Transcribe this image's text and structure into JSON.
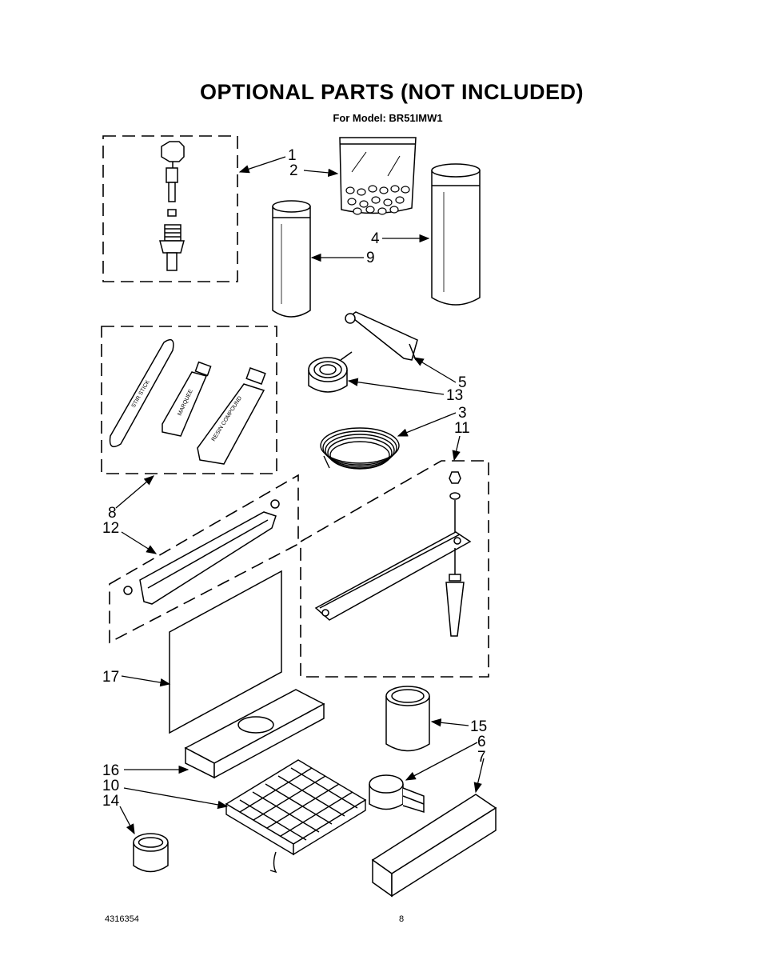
{
  "title": "OPTIONAL PARTS (NOT INCLUDED)",
  "subtitle": "For Model: BR51IMW1",
  "callouts": [
    "1",
    "2",
    "4",
    "9",
    "5",
    "13",
    "3",
    "11",
    "8",
    "12",
    "17",
    "15",
    "6",
    "7",
    "16",
    "10",
    "14"
  ],
  "item_text": {
    "stir_stick": "STIR STICK",
    "marquee": "MARQUEE",
    "resin_compound": "RESIN COMPOUND"
  },
  "footer": {
    "part_number": "4316354",
    "page_number": "8"
  }
}
